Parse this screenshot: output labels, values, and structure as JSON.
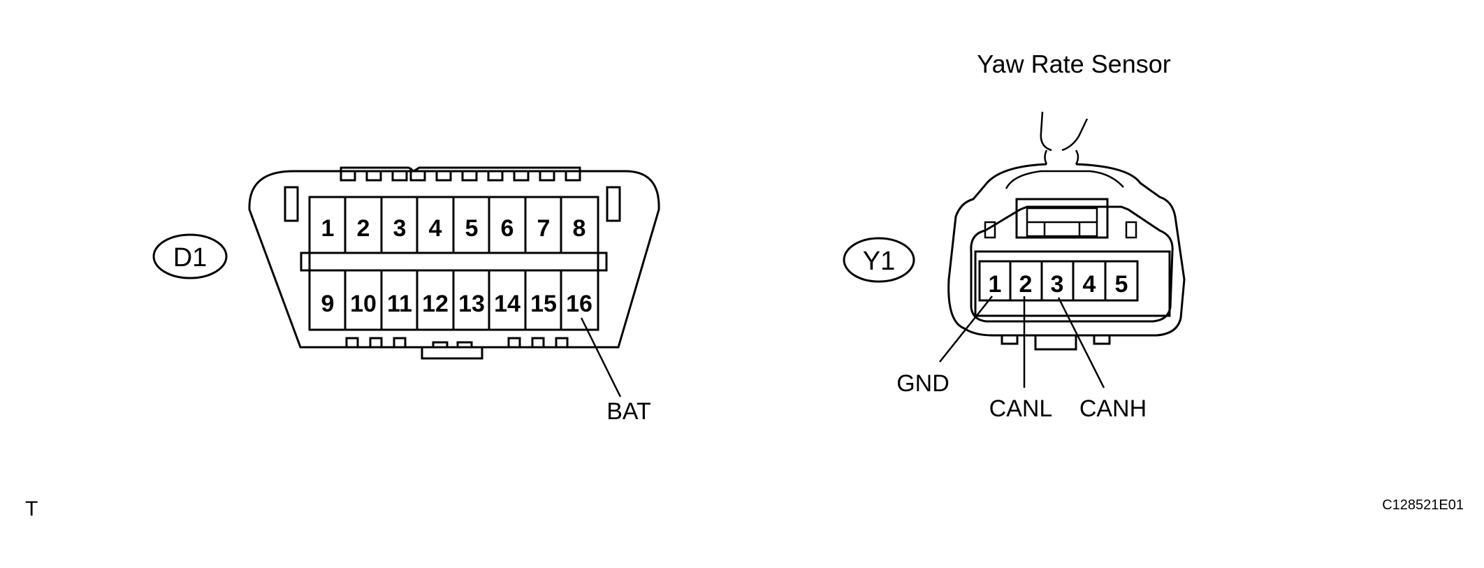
{
  "dlc_connector": {
    "tag": "D1",
    "pins_top": [
      "1",
      "2",
      "3",
      "4",
      "5",
      "6",
      "7",
      "8"
    ],
    "pins_bottom": [
      "9",
      "10",
      "11",
      "12",
      "13",
      "14",
      "15",
      "16"
    ],
    "callouts": [
      {
        "pin": "16",
        "label": "BAT"
      }
    ]
  },
  "yaw_rate_sensor": {
    "title": "Yaw Rate Sensor",
    "tag": "Y1",
    "pins": [
      "1",
      "2",
      "3",
      "4",
      "5"
    ],
    "callouts": [
      {
        "pin": "1",
        "label": "GND"
      },
      {
        "pin": "2",
        "label": "CANL"
      },
      {
        "pin": "3",
        "label": "CANH"
      }
    ]
  },
  "footer": {
    "left_mark": "T",
    "figure_id": "C128521E01"
  }
}
